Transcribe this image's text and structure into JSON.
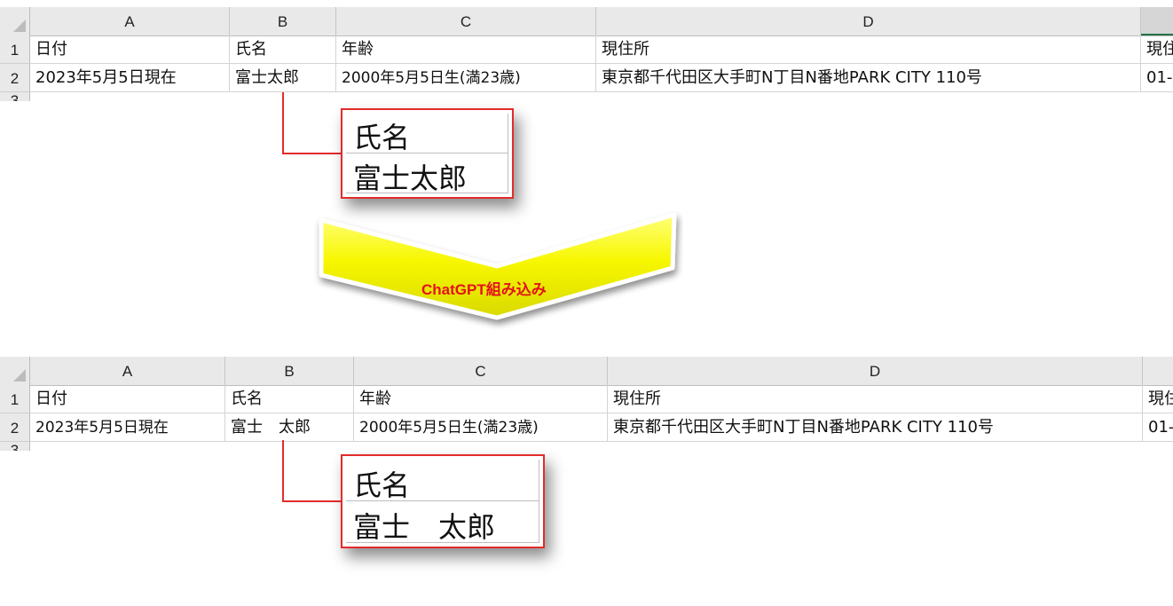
{
  "columns": [
    "A",
    "B",
    "C",
    "D"
  ],
  "row_numbers": [
    "1",
    "2",
    "3"
  ],
  "before": {
    "header_row": [
      "日付",
      "氏名",
      "年齢",
      "現住所",
      "現住"
    ],
    "data_row": [
      "2023年5月5日現在",
      "富士太郎",
      "2000年5月5日生(満23歳)",
      "東京都千代田区大手町N丁目N番地PARK CITY 110号",
      "01-"
    ],
    "zoom": {
      "label": "氏名",
      "value": "富士太郎"
    }
  },
  "after": {
    "header_row": [
      "日付",
      "氏名",
      "年齢",
      "現住所",
      "現住"
    ],
    "data_row": [
      "2023年5月5日現在",
      "富士　太郎",
      "2000年5月5日生(満23歳)",
      "東京都千代田区大手町N丁目N番地PARK CITY 110号",
      "01-"
    ],
    "zoom": {
      "label": "氏名",
      "value": "富士　太郎"
    }
  },
  "arrow": {
    "label": "ChatGPT組み込み",
    "fill_color": "#f5f500",
    "text_color": "#e3131b"
  },
  "accent_color": "#e32b2b"
}
